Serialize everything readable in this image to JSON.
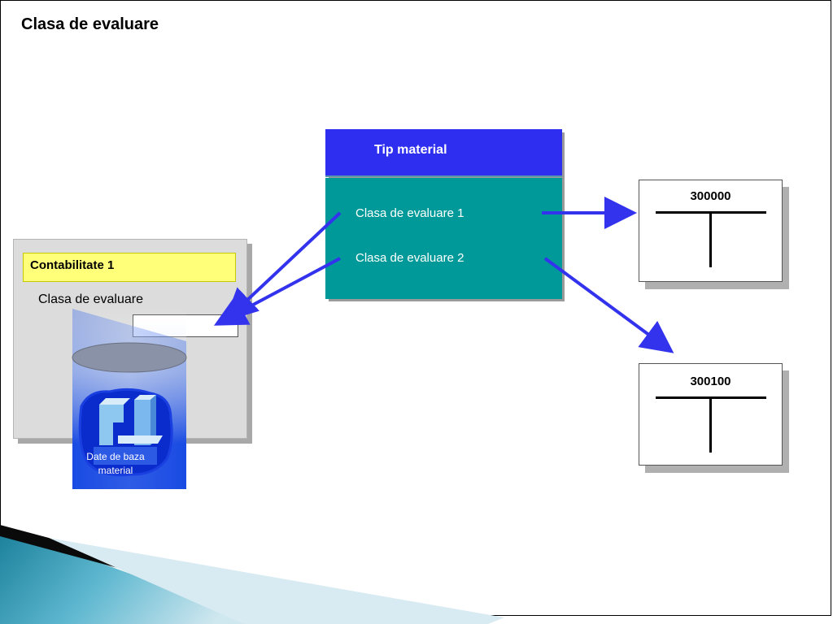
{
  "slide": {
    "title": "Clasa de evaluare"
  },
  "accounting": {
    "header": "Contabilitate 1",
    "field_label": "Clasa de evaluare",
    "field_value": ""
  },
  "database": {
    "caption_line1": "Date de baza",
    "caption_line2": "material"
  },
  "material_type": {
    "title": "Tip material",
    "items": [
      "Clasa de evaluare 1",
      "Clasa de evaluare 2"
    ]
  },
  "accounts": [
    {
      "number": "300000"
    },
    {
      "number": "300100"
    }
  ],
  "colors": {
    "arrow": "#3333ee",
    "material_header": "#2e2ef0",
    "material_body": "#00999a",
    "accounting_header": "#ffff7a",
    "accounting_panel": "#dcdcdc",
    "database_blue": "#1040e0"
  }
}
